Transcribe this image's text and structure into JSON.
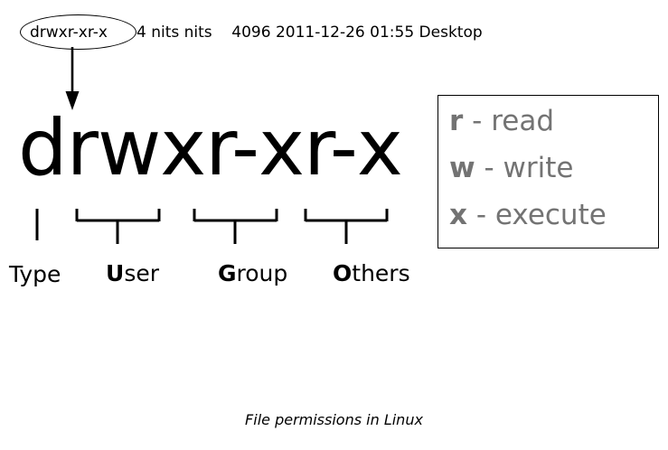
{
  "caption": "File permissions in Linux",
  "ls_line": {
    "permissions": "drwxr-xr-x",
    "rest": "4 nits nits    4096 2011-12-26 01:55 Desktop",
    "links": "4",
    "owner": "nits",
    "group": "nits",
    "size": "4096",
    "date": "2011-12-26",
    "time": "01:55",
    "name": "Desktop"
  },
  "big_permission_string": "drwxr-xr-x",
  "segments": [
    {
      "label_prefix": "T",
      "label_rest": "ype",
      "bold_prefix": false
    },
    {
      "label_prefix": "U",
      "label_rest": "ser",
      "bold_prefix": true
    },
    {
      "label_prefix": "G",
      "label_rest": "roup",
      "bold_prefix": true
    },
    {
      "label_prefix": "O",
      "label_rest": "thers",
      "bold_prefix": true
    }
  ],
  "legend": {
    "rows": [
      {
        "key": "r",
        "text": " - read"
      },
      {
        "key": "w",
        "text": " - write"
      },
      {
        "key": "x",
        "text": " - execute"
      }
    ],
    "color": "#737373"
  },
  "colors": {
    "ink": "#000000",
    "legend_gray": "#737373",
    "background": "#ffffff"
  }
}
